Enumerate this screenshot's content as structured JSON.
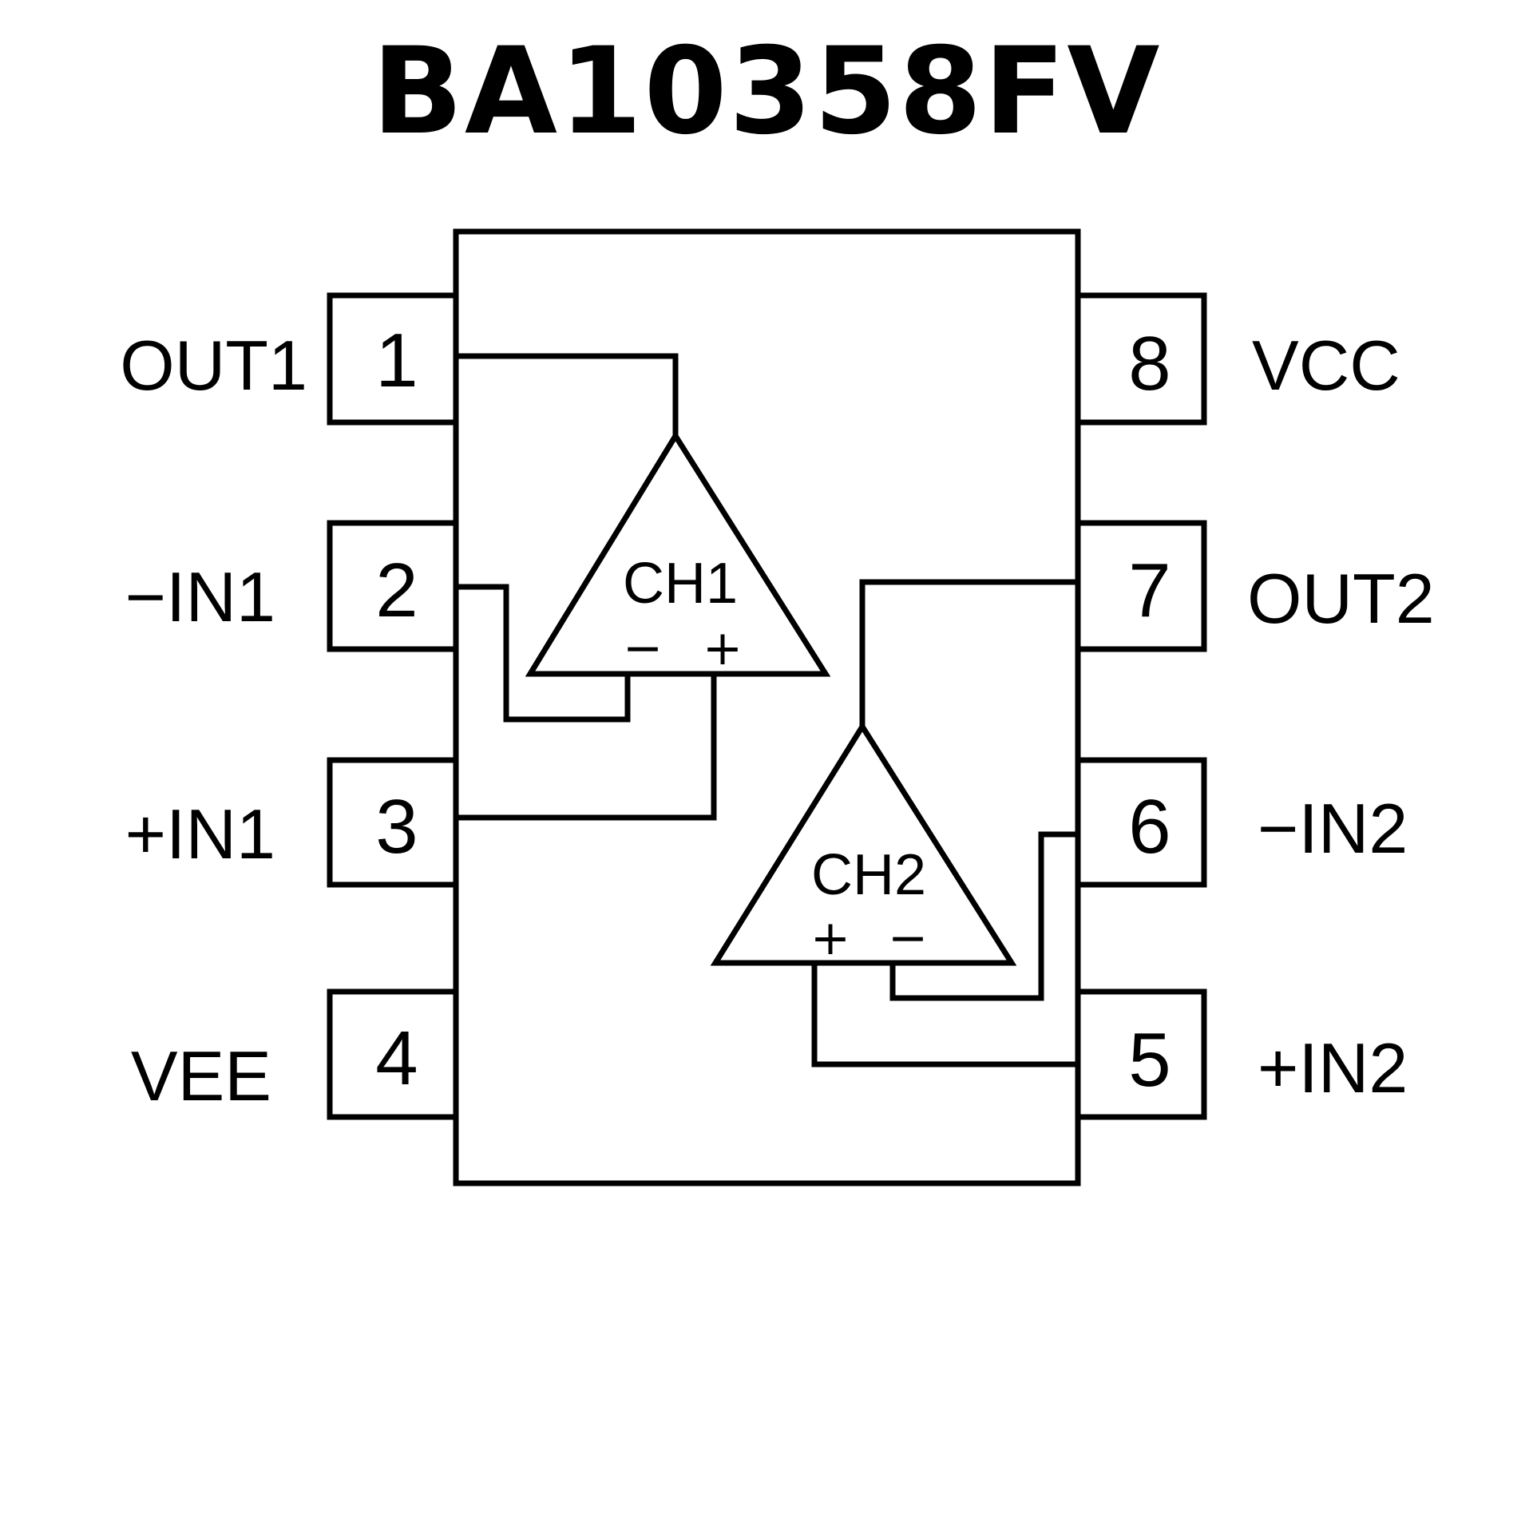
{
  "title": "BA10358FV",
  "pins": {
    "p1": {
      "number": "1",
      "label": "OUT1"
    },
    "p2": {
      "number": "2",
      "label": "−IN1"
    },
    "p3": {
      "number": "3",
      "label": "+IN1"
    },
    "p4": {
      "number": "4",
      "label": "VEE"
    },
    "p5": {
      "number": "5",
      "label": "+IN2"
    },
    "p6": {
      "number": "6",
      "label": "−IN2"
    },
    "p7": {
      "number": "7",
      "label": "OUT2"
    },
    "p8": {
      "number": "8",
      "label": "VCC"
    }
  },
  "amplifiers": {
    "ch1": {
      "label": "CH1",
      "inverting": "−",
      "non_inverting": "+"
    },
    "ch2": {
      "label": "CH2",
      "inverting": "−",
      "non_inverting": "+"
    }
  },
  "colors": {
    "stroke": "#000000",
    "background": "#ffffff"
  }
}
